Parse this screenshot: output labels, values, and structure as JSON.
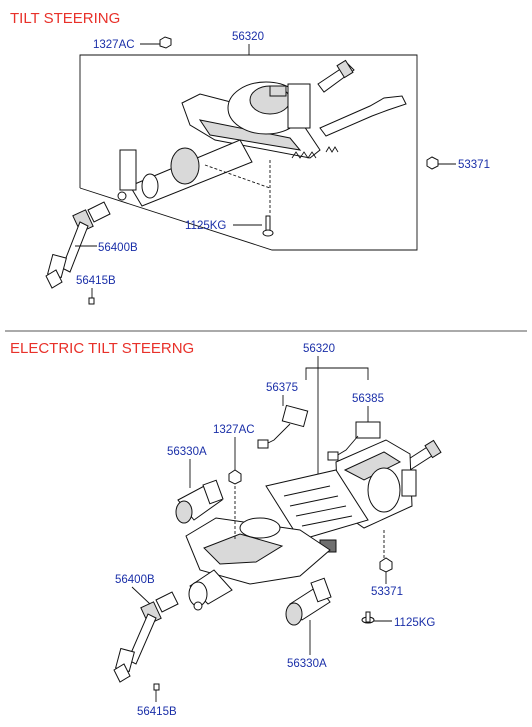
{
  "sections": [
    {
      "title": "TILT STEERING",
      "callouts": {
        "nut_top": "1327AC",
        "column_assembly": "56320",
        "nut_right": "53371",
        "bolt": "1125KG",
        "joint": "56400B",
        "joint_bolt": "56415B"
      }
    },
    {
      "title": "ELECTRIC TILT STEERNG",
      "callouts": {
        "column_assembly": "56320",
        "connector_left": "56375",
        "connector_right": "56385",
        "nut_top": "1327AC",
        "motor_upper": "56330A",
        "joint": "56400B",
        "nut_right": "53371",
        "bolt": "1125KG",
        "motor_lower": "56330A",
        "joint_bolt": "56415B"
      }
    }
  ],
  "colors": {
    "title": "#e8312a",
    "part_number": "#1a2fa8",
    "line": "#111111"
  }
}
